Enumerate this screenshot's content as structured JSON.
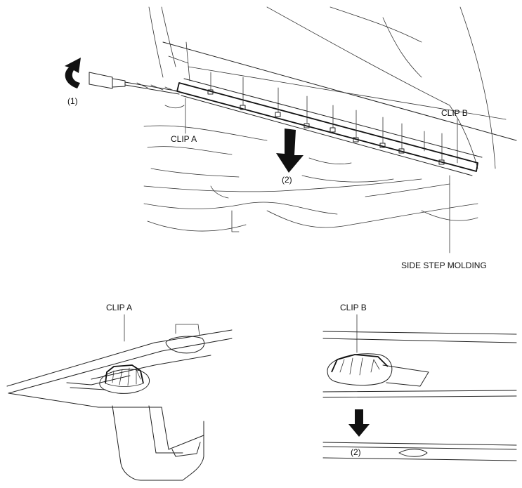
{
  "labels": {
    "step1": "(1)",
    "clip_a_top": "CLIP A",
    "step2_top": "(2)",
    "clip_b_top": "CLIP B",
    "side_step_molding": "SIDE STEP MOLDING",
    "clip_a_detail": "CLIP A",
    "clip_b_detail": "CLIP B",
    "step2_detail": "(2)"
  },
  "colors": {
    "line": "#222222",
    "arrow_fill": "#111111",
    "background": "#ffffff"
  },
  "icons": {
    "rotate_arrow": "curved-arrow-icon",
    "pull_arrow": "down-arrow-icon",
    "tool": "screwdriver-icon"
  }
}
